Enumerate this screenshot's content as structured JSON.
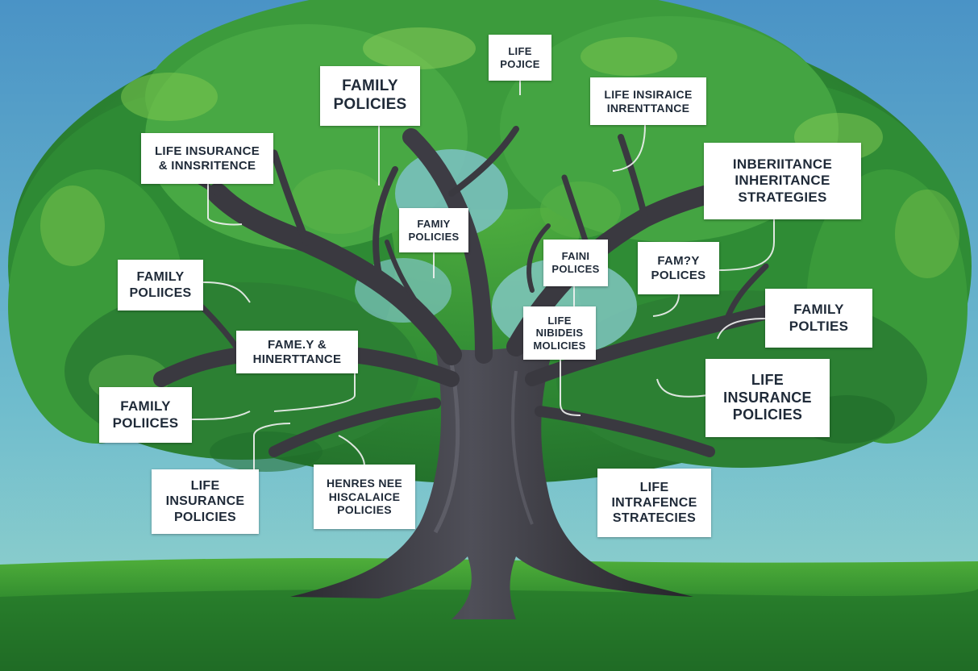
{
  "colors": {
    "sky_top": "#4f98c9",
    "sky_bottom": "#8ad0cf",
    "foliage_dark": "#1f6b2a",
    "foliage_mid": "#3a9a3a",
    "foliage_light": "#7bc850",
    "trunk": "#3b3a3f",
    "trunk_highlight": "#5a5a63",
    "grass": "#2f8a2e",
    "label_bg": "#ffffff",
    "label_text": "#1f2a38"
  },
  "labels": [
    {
      "lines": [
        "LIFE",
        "POJICE"
      ]
    },
    {
      "lines": [
        "FAMILY",
        "POLICIES"
      ]
    },
    {
      "lines": [
        "LIFE INSIRAICE",
        "INRENTTANCE"
      ]
    },
    {
      "lines": [
        "LIFE INSURANCE",
        "& INNSRITENCE"
      ]
    },
    {
      "lines": [
        "INBERIITANCE",
        "INHERITANCE",
        "STRATEGIES"
      ]
    },
    {
      "lines": [
        "FAMIY",
        "POLICIES"
      ]
    },
    {
      "lines": [
        "FAINI",
        "POLICES"
      ]
    },
    {
      "lines": [
        "FAM?Y",
        "POLICES"
      ]
    },
    {
      "lines": [
        "FAMILY",
        "POLIICES"
      ]
    },
    {
      "lines": [
        "FAMILY",
        "POLTIES"
      ]
    },
    {
      "lines": [
        "LIFE",
        "NIBIDEIS",
        "MOLICIES"
      ]
    },
    {
      "lines": [
        "FAME.Y &",
        "HINERTTANCE"
      ]
    },
    {
      "lines": [
        "LIFE",
        "INSURANCE",
        "POLICIES"
      ]
    },
    {
      "lines": [
        "FAMILY",
        "POLIICES"
      ]
    },
    {
      "lines": [
        "LIFE",
        "INSURANCE",
        "POLICIES"
      ]
    },
    {
      "lines": [
        "HENRES NEE",
        "HISCALAICE",
        "POLICIES"
      ]
    },
    {
      "lines": [
        "LIFE",
        "INTRAFENCE",
        "STRATECIES"
      ]
    }
  ]
}
